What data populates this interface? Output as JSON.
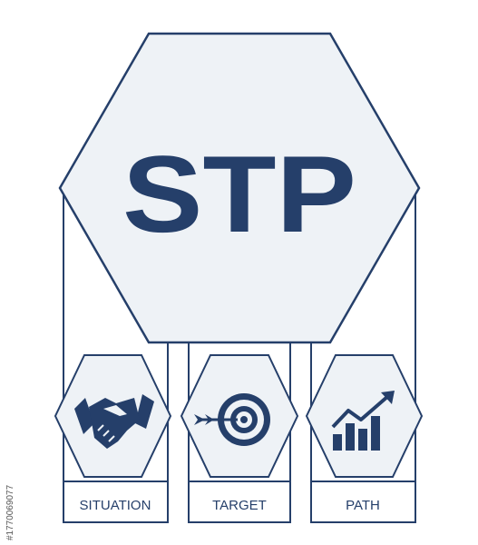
{
  "title": "STP",
  "items": [
    {
      "label": "SITUATION",
      "icon": "handshake-icon"
    },
    {
      "label": "TARGET",
      "icon": "target-icon"
    },
    {
      "label": "PATH",
      "icon": "growth-chart-icon"
    }
  ],
  "watermark_text": "#1770069077",
  "colors": {
    "stroke": "#253f6a",
    "fill": "#eef2f6",
    "text": "#253f6a",
    "background": "#ffffff"
  }
}
